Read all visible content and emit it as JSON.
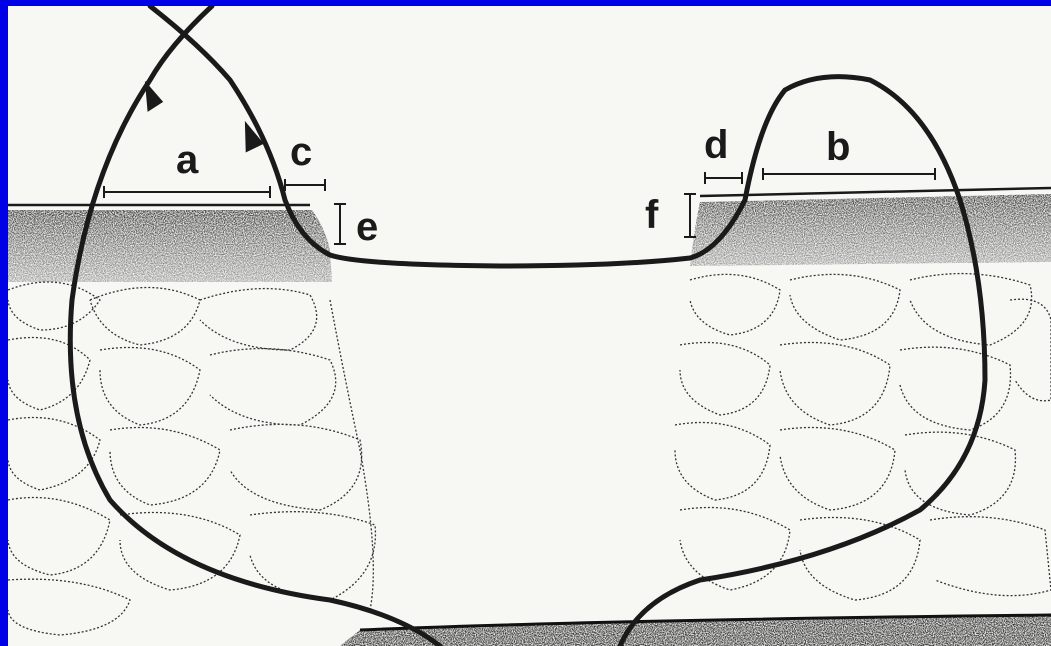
{
  "colors": {
    "frame": "#0000e6",
    "background": "#f7f7f4",
    "ink": "#1a1a1a"
  },
  "labels": {
    "a": "a",
    "b": "b",
    "c": "c",
    "d": "d",
    "e": "e",
    "f": "f"
  }
}
